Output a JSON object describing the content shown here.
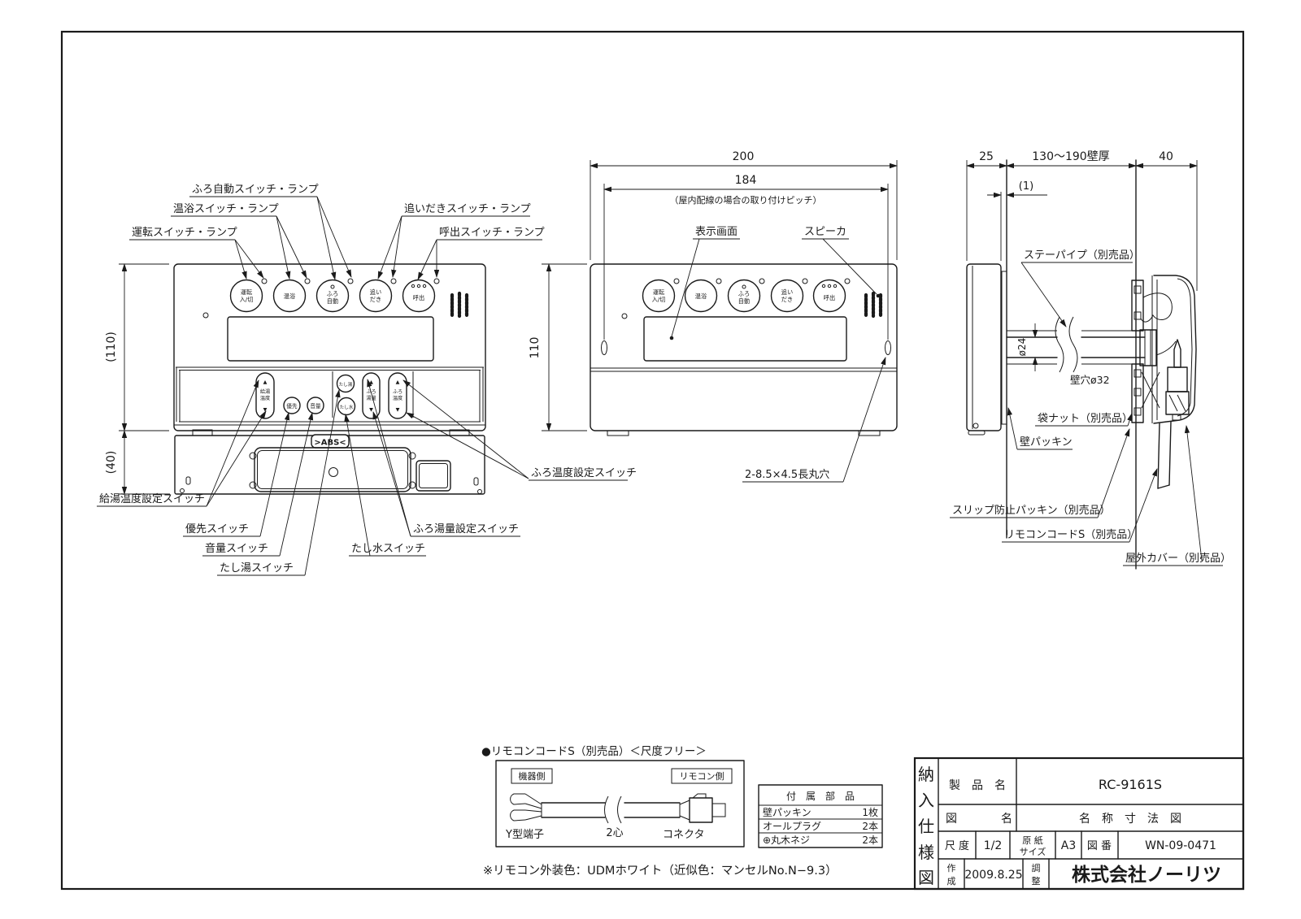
{
  "colors": {
    "ink": "#1a1a1a",
    "paper": "#ffffff"
  },
  "buttons": {
    "unten1": "運転",
    "unten2": "入/切",
    "onyoku": "温浴",
    "furoauto1": "ふろ",
    "furoauto2": "自動",
    "oidaki1": "追い",
    "oidaki2": "だき",
    "yobidashi": "呼出"
  },
  "front": {
    "dim_h": "(110)",
    "dim_flap": "(40)",
    "co_unten": "運転スイッチ・ランプ",
    "co_onyoku": "温浴スイッチ・ランプ",
    "co_furoauto": "ふろ自動スイッチ・ランプ",
    "co_oidaki": "追いだきスイッチ・ランプ",
    "co_yobidashi": "呼出スイッチ・ランプ",
    "co_kyuto": "給湯温度設定スイッチ",
    "co_yusen": "優先スイッチ",
    "co_onryo": "音量スイッチ",
    "co_tashiyu": "たし湯スイッチ",
    "co_tashimizu": "たし水スイッチ",
    "co_furoyuryo": "ふろ湯量設定スイッチ",
    "co_furoondo": "ふろ温度設定スイッチ",
    "pill_up": "▲",
    "pill_down": "▼",
    "kyuto1": "給湯",
    "kyuto2": "温度",
    "yusen": "優先",
    "onryo": "音量",
    "tashiyu": "たし湯",
    "tashimizu": "たし水",
    "furoyuryo1": "ふろ",
    "furoyuryo2": "湯量",
    "furoondo1": "ふろ",
    "furoondo2": "温度",
    "abs": ">ABS<"
  },
  "mid": {
    "dim_w": "200",
    "dim_pitch": "184",
    "pitch_note": "（屋内配線の場合の取り付けピッチ）",
    "dim_h": "110",
    "co_display": "表示画面",
    "co_speaker": "スピーカ",
    "co_hole": "2-8.5×4.5長丸穴"
  },
  "side": {
    "dim_front": "25",
    "dim_wall": "130〜190壁厚",
    "dim_back": "40",
    "dim_gap": "(1)",
    "dim_pipe": "ø24",
    "wall_hole": "壁穴ø32",
    "co_pipe": "ステーパイプ（別売品）",
    "co_nut": "袋ナット（別売品）",
    "co_packing": "壁パッキン",
    "co_slip": "スリップ防止パッキン（別売品）",
    "co_cord": "リモコンコードS（別売品）",
    "co_cover": "屋外カバー（別売品）"
  },
  "cord": {
    "title": "●リモコンコードS（別売品）＜尺度フリー＞",
    "device": "機器側",
    "remote": "リモコン側",
    "terminal": "Y型端子",
    "core": "2心",
    "connector": "コネクタ"
  },
  "acc": {
    "header": "付　属　部　品",
    "rows": [
      {
        "name": "壁パッキン",
        "qty": "1枚"
      },
      {
        "name": "オールプラグ",
        "qty": "2本"
      },
      {
        "name": "⊕丸木ネジ",
        "qty": "2本"
      }
    ]
  },
  "note": "※リモコン外装色：UDMホワイト（近似色：マンセルNo.N−9.3）",
  "tb": {
    "v1": "納",
    "v2": "入",
    "v3": "仕",
    "v4": "様",
    "v5": "図",
    "product_label": "製　品　名",
    "product": "RC-9161S",
    "dwg_l": "図",
    "dwg_r": "名",
    "dwg_name": "名　称　寸　法　図",
    "scale_label": "尺 度",
    "scale": "1/2",
    "paper1": "原 紙",
    "paper2": "サイズ",
    "paper": "A3",
    "no_label": "図 番",
    "no": "WN-09-0471",
    "made1": "作",
    "made2": "成",
    "date": "2009.8.25",
    "adj1": "調",
    "adj2": "整",
    "company": "株式会社ノーリツ"
  }
}
